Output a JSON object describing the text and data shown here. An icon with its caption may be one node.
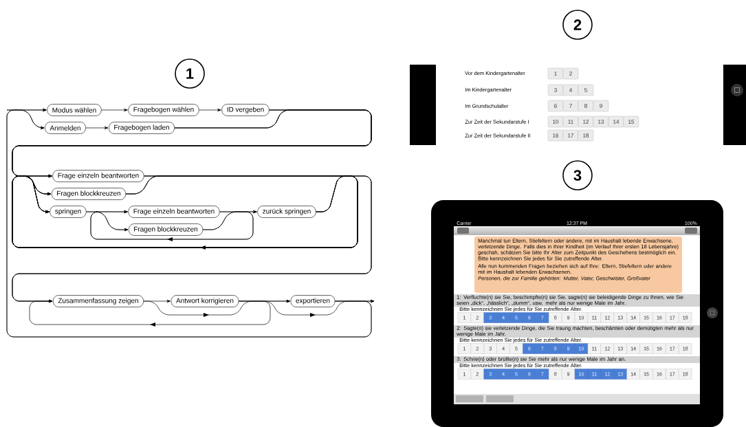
{
  "diagram": {
    "nodes": [
      {
        "text": [
          "Modus wählen"
        ]
      },
      {
        "text": [
          "Fragebogen wählen"
        ]
      },
      {
        "text": [
          "ID vergeben"
        ]
      },
      {
        "text": [
          "Anmelden"
        ]
      },
      {
        "text": [
          "Fragebogen laden"
        ]
      },
      {
        "text": [
          "Frage einzeln beantworten"
        ]
      },
      {
        "text": [
          "Fragen blockkreuzen"
        ]
      },
      {
        "text": [
          "springen"
        ]
      },
      {
        "text": [
          "Frage einzeln beantworten"
        ]
      },
      {
        "text": [
          "Fragen blockkreuzen"
        ]
      },
      {
        "text": [
          "zurück springen"
        ]
      },
      {
        "text": [
          "Zusammenfassung zeigen"
        ]
      },
      {
        "text": [
          "Antwort korrigieren"
        ]
      },
      {
        "text": [
          "exportieren"
        ]
      },
      {
        "text": [
          "1"
        ]
      },
      {
        "text": [
          "2"
        ]
      },
      {
        "text": [
          "3"
        ]
      }
    ],
    "edges": [
      {
        "from": null,
        "to": 0,
        "arrow": "to"
      },
      {
        "from": null,
        "to": 3,
        "arrow": "to"
      },
      {
        "from": 0,
        "to": 1,
        "arrow": "to"
      },
      {
        "from": 1,
        "to": 2,
        "arrow": "to"
      },
      {
        "from": 3,
        "to": 4,
        "arrow": "to"
      },
      {
        "from": 2,
        "to": 5,
        "arrow": "to"
      },
      {
        "from": 2,
        "to": 6,
        "arrow": "to"
      },
      {
        "from": 2,
        "to": 7,
        "arrow": "to"
      },
      {
        "from": 4,
        "to": 5,
        "arrow": "to"
      },
      {
        "from": 4,
        "to": 6,
        "arrow": "to"
      },
      {
        "from": 4,
        "to": 7,
        "arrow": "to"
      },
      {
        "from": 7,
        "to": 8,
        "arrow": "to"
      },
      {
        "from": 7,
        "to": 9,
        "arrow": "to"
      },
      {
        "from": 8,
        "to": 10,
        "arrow": "to"
      },
      {
        "from": 9,
        "to": 10,
        "arrow": "to"
      },
      {
        "from": 8,
        "to": 9,
        "arrow": "to"
      },
      {
        "from": 9,
        "to": 8,
        "arrow": "to"
      },
      {
        "from": 5,
        "to": 6,
        "arrow": "to"
      },
      {
        "from": 5,
        "to": 7,
        "arrow": "to"
      },
      {
        "from": 6,
        "to": 5,
        "arrow": "to"
      },
      {
        "from": 6,
        "to": 7,
        "arrow": "to"
      },
      {
        "from": 10,
        "to": 5,
        "arrow": "to"
      },
      {
        "from": 10,
        "to": 6,
        "arrow": "to"
      },
      {
        "from": 10,
        "to": 7,
        "arrow": "to"
      },
      {
        "from": 5,
        "to": 11,
        "arrow": "to"
      },
      {
        "from": 6,
        "to": 11,
        "arrow": "to"
      },
      {
        "from": 10,
        "to": 11,
        "arrow": "to"
      },
      {
        "from": 11,
        "to": 12,
        "arrow": "to"
      },
      {
        "from": 12,
        "to": 13,
        "arrow": "to"
      },
      {
        "from": 11,
        "to": 13,
        "arrow": "to"
      },
      {
        "from": 12,
        "to": 11,
        "arrow": "to"
      },
      {
        "from": 12,
        "to": null,
        "arrow": "to"
      },
      {
        "from": 13,
        "to": null,
        "arrow": "to"
      },
      {
        "from": 13,
        "to": 0,
        "arrow": "to"
      },
      {
        "from": 13,
        "to": 3,
        "arrow": "to"
      }
    ],
    "labels": [
      "Vor dem Kindergartenalter",
      "1",
      "2",
      "Im Kindergartenalter",
      "3",
      "4",
      "5",
      "Im Grundschulalter",
      "6",
      "7",
      "8",
      "9",
      "Zur Zeit der Sekundarstufe I",
      "10",
      "11",
      "12",
      "13",
      "14",
      "15",
      "Zur Zeit der Sekundarstufe II",
      "16",
      "17",
      "18",
      "Carrier",
      "12:37 PM",
      "100%",
      "Manchmal tun Eltern, Stiefeltern oder andere, mit im Haushalt lebende Erwachsene, verletzende Dinge. Falls dies in Ihrer Kindheit (im Verlauf Ihrer ersten 18 Lebensjahre) geschah, schätzen Sie bitte Ihr Alter zum Zeitpunkt des Geschehens bestmöglich ein.",
      "Bitte kennzeichnen Sie jedes für Sie zutreffende Alter.",
      "Alle nun kommenden Fragen beziehen sich auf Ihre: Eltern, Stiefeltern oder andere mit im Haushalt lebenden Erwachsenen.",
      "Personen, die zur Familie gehörten: Mutter, Vater, Geschwister, Großvater",
      "1: Verfluchte(n) sie Sie, beschimpfte(n) sie Sie, sagte(n) sie beleidigende Dinge zu Ihnen, wie Sie seien „dick“, „hässlich“, „dumm“, usw. mehr als nur wenige Male im Jahr.",
      "Bitte kennzeichnen Sie jedes für Sie zutreffende Alter.",
      "1",
      "2",
      "3",
      "4",
      "5",
      "6",
      "7",
      "8",
      "9",
      "10",
      "11",
      "12",
      "13",
      "14",
      "15",
      "16",
      "17",
      "18",
      "2: Sagte(n) sie verletzende Dinge, die Sie traurig machten, beschämten oder demütigten mehr als nur wenige Male im Jahr.",
      "Bitte kennzeichnen Sie jedes für Sie zutreffende Alter.",
      "1",
      "2",
      "3",
      "4",
      "5",
      "6",
      "7",
      "8",
      "9",
      "10",
      "11",
      "12",
      "13",
      "14",
      "15",
      "16",
      "17",
      "18",
      "3: Schrie(n) oder brüllte(n) sie Sie mehr als nur wenige Male im Jahr an.",
      "Bitte kennzeichnen Sie jedes für Sie zutreffende Alter.",
      "1",
      "2",
      "3",
      "4",
      "5",
      "6",
      "7",
      "8",
      "9",
      "10",
      "11",
      "12",
      "13",
      "14",
      "15",
      "16",
      "17",
      "18"
    ]
  }
}
